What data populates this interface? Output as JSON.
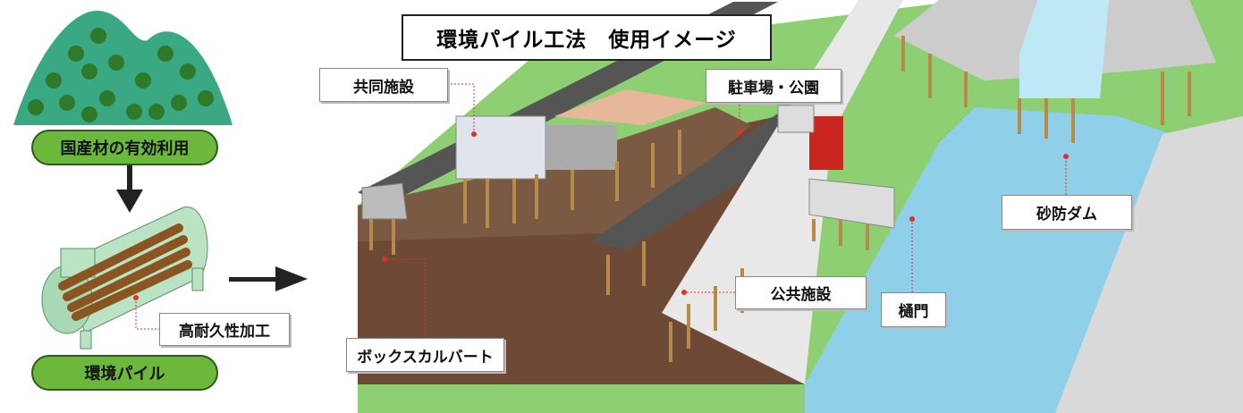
{
  "title": "環境パイル工法　使用イメージ",
  "process": {
    "step1": "国産材の有効利用",
    "treatment": "高耐久性加工",
    "step2": "環境パイル"
  },
  "labels": {
    "shared_facility": "共同施設",
    "parking_park": "駐車場・公園",
    "sabo_dam": "砂防ダム",
    "public_facility": "公共施設",
    "sluice_gate": "樋門",
    "box_culvert": "ボックスカルバート"
  },
  "colors": {
    "pill": "#6bb83c",
    "leader": "#e0302a",
    "pile": "#b88a4a",
    "water": "#8fd0e8"
  }
}
